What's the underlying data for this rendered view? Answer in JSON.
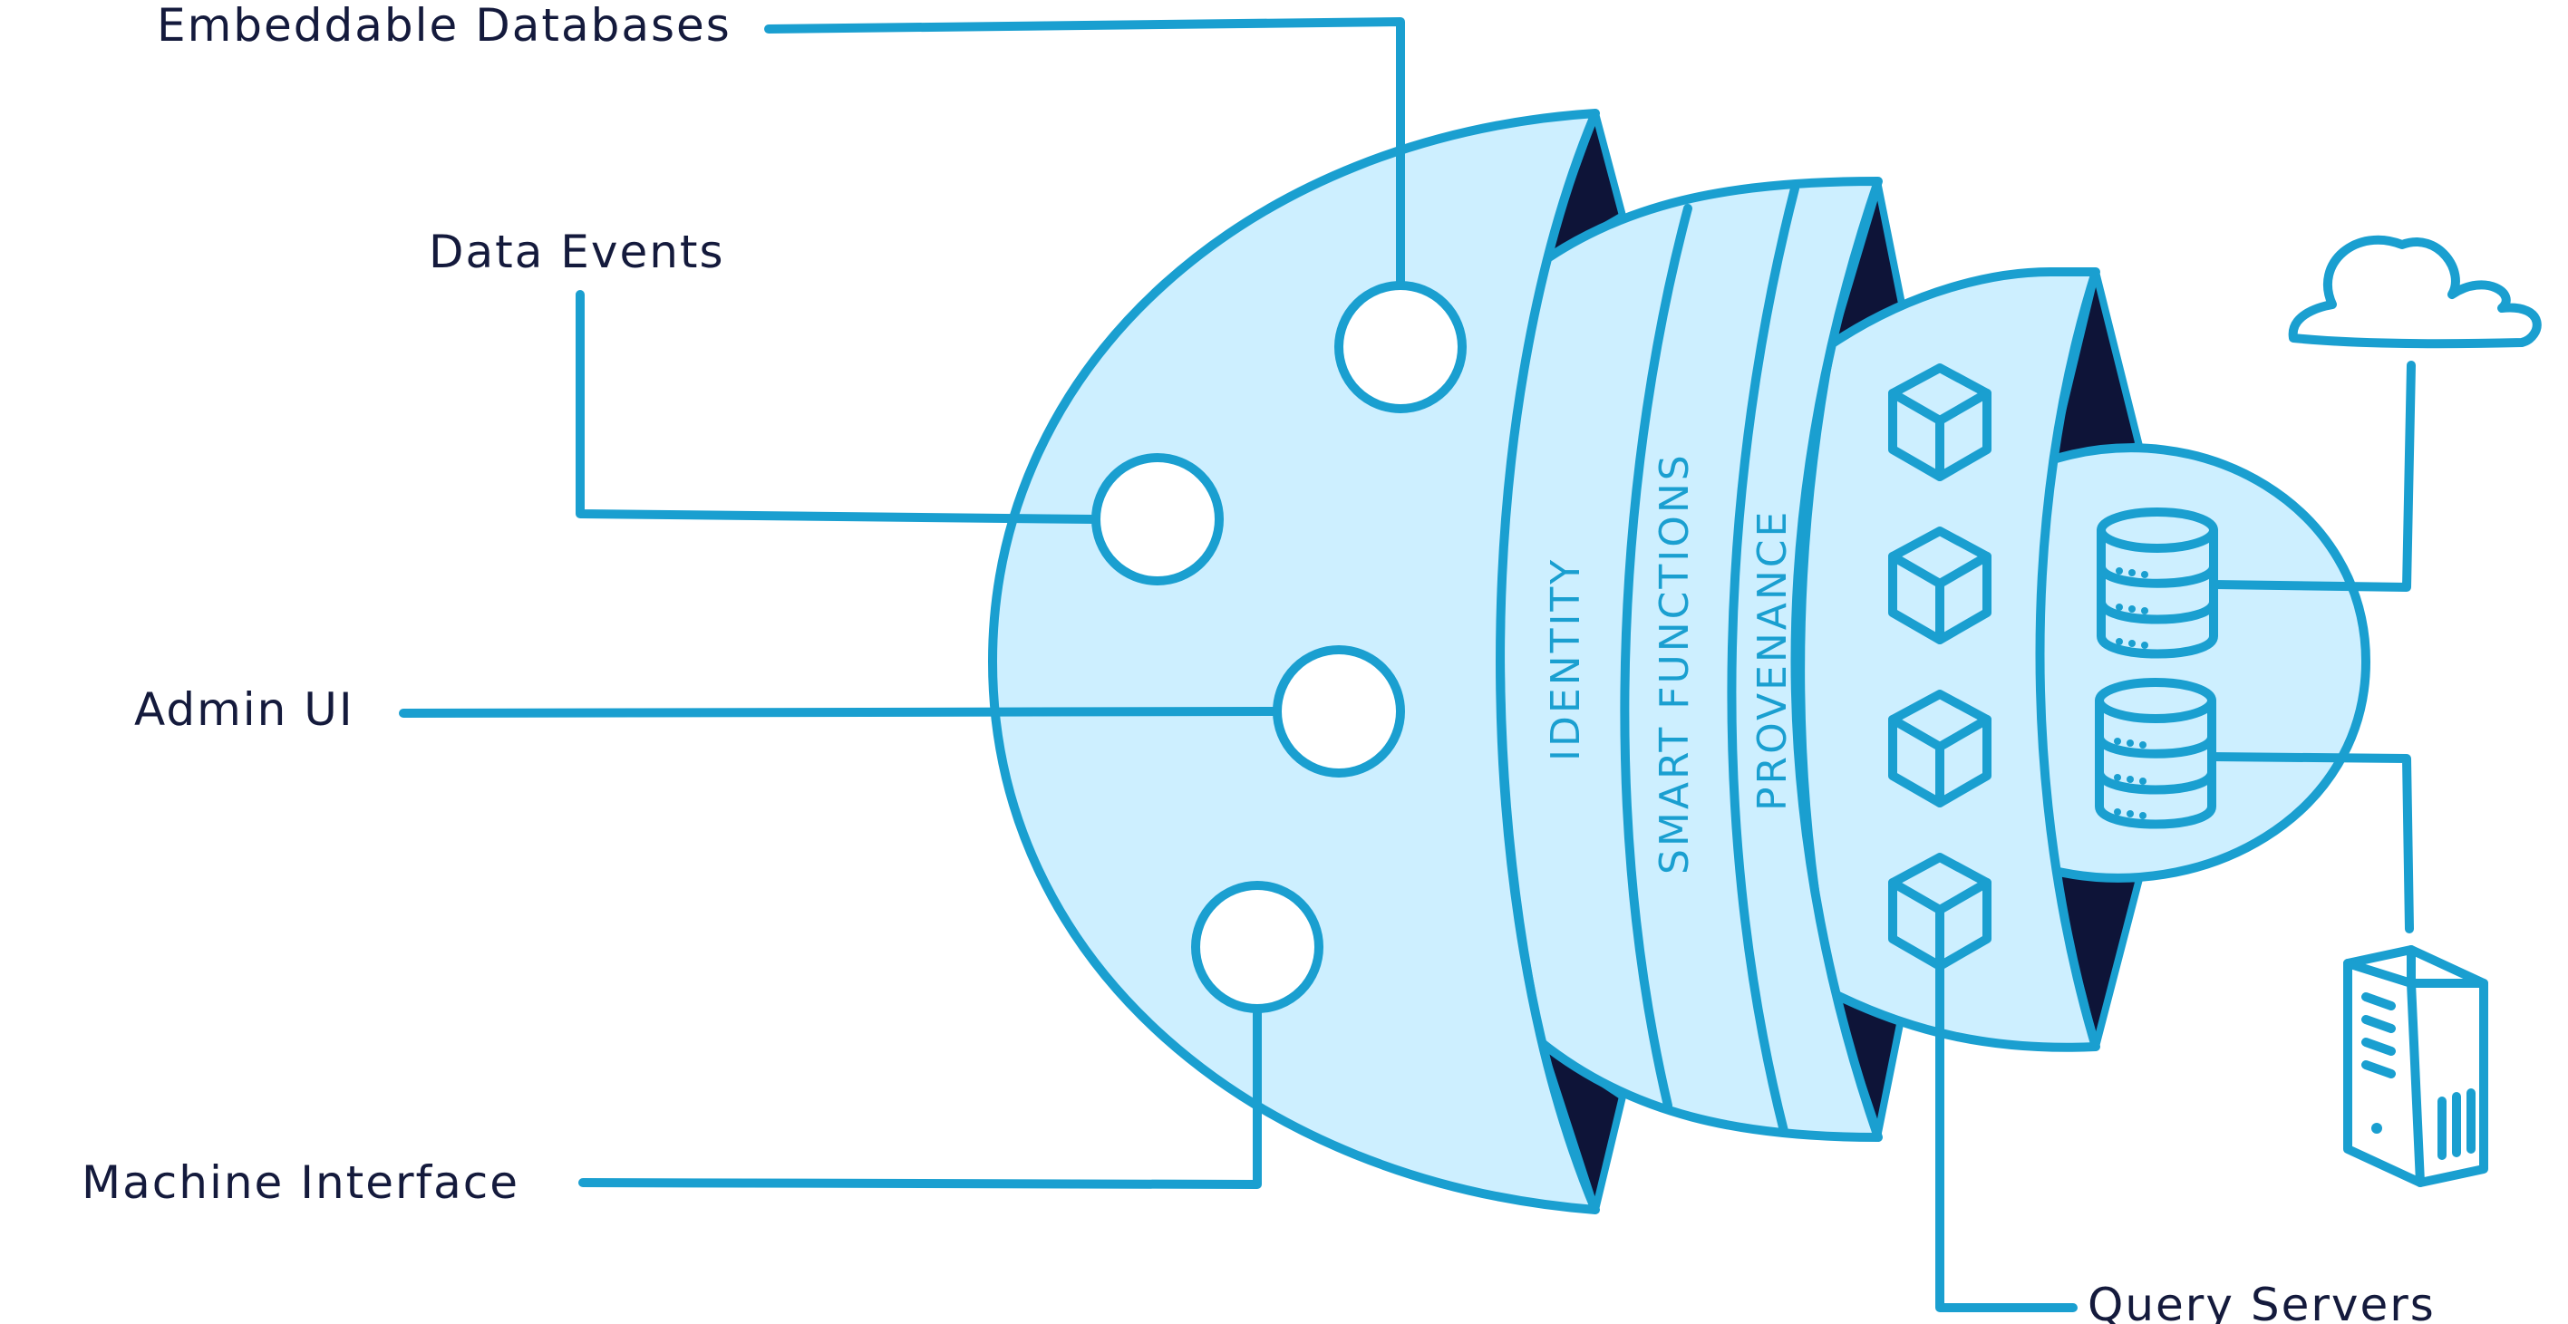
{
  "labels": {
    "embeddable_databases": "Embeddable Databases",
    "data_events": "Data Events",
    "admin_ui": "Admin UI",
    "machine_interface": "Machine Interface",
    "query_servers": "Query Servers"
  },
  "layers": {
    "identity": "IDENTITY",
    "smart_functions": "SMART FUNCTIONS",
    "provenance": "PROVENANCE"
  },
  "icons": [
    "cube-icon",
    "database-icon",
    "cloud-icon",
    "server-tower-icon"
  ],
  "colors": {
    "line": "#1a9fd0",
    "fill": "#cdefff",
    "dark": "#0e1438",
    "text": "#141a3c"
  }
}
